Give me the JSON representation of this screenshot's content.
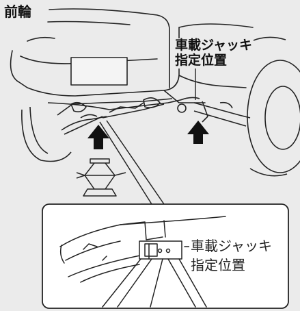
{
  "labels": {
    "front_wheel": "前輪",
    "jack_point_top_line1": "車載ジャッキ",
    "jack_point_top_line2": "指定位置",
    "jack_point_inset_line1": "車載ジャッキ",
    "jack_point_inset_line2": "指定位置"
  },
  "colors": {
    "background": "#ebebeb",
    "line": "#222222",
    "inset_background": "#ffffff"
  }
}
